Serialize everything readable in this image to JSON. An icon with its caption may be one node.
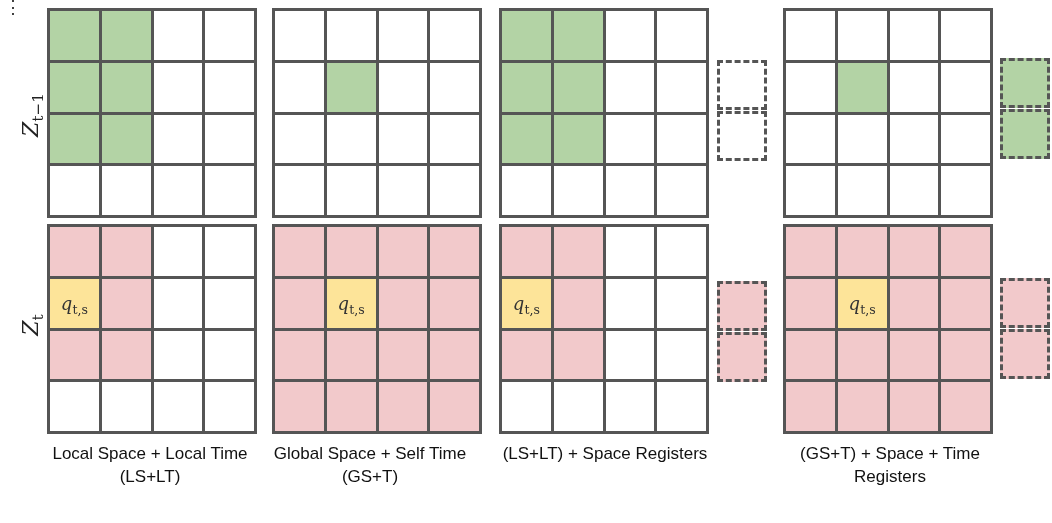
{
  "diagram": {
    "nodes": [
      {
        "text": [
          "*q*$_{t,s}$"
        ]
      },
      {
        "text": [
          "*q*$_{t,s}$"
        ]
      },
      {
        "text": [
          "*q*$_{t,s}$"
        ]
      },
      {
        "text": [
          "*q*$_{t,s}$"
        ]
      }
    ],
    "labels": [
      "⋮",
      "*Z*$_{t−1}$",
      "*Z*$_{t}$",
      "Local Space + Local Time (LS+LT)",
      "Global Space + Self Time (GS+T)",
      "(LS+LT) + Space Registers",
      "(GS+T) + Space + Time Registers"
    ]
  }
}
